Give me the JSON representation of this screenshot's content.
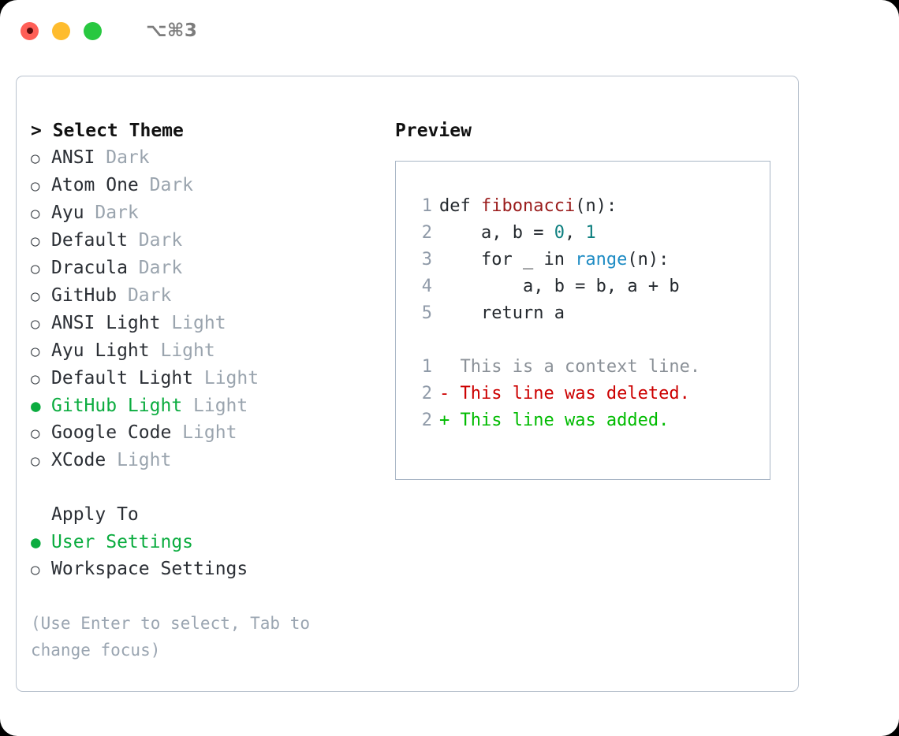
{
  "titlebar": {
    "shortcut": "⌥⌘3",
    "buttons": [
      "close",
      "minimize",
      "maximize"
    ]
  },
  "theme_panel": {
    "header": "> Select Theme",
    "themes": [
      {
        "marker": "○",
        "name": "ANSI",
        "suffix": "Dark",
        "selected": false
      },
      {
        "marker": "○",
        "name": "Atom One",
        "suffix": "Dark",
        "selected": false
      },
      {
        "marker": "○",
        "name": "Ayu",
        "suffix": "Dark",
        "selected": false
      },
      {
        "marker": "○",
        "name": "Default",
        "suffix": "Dark",
        "selected": false
      },
      {
        "marker": "○",
        "name": "Dracula",
        "suffix": "Dark",
        "selected": false
      },
      {
        "marker": "○",
        "name": "GitHub",
        "suffix": "Dark",
        "selected": false
      },
      {
        "marker": "○",
        "name": "ANSI Light",
        "suffix": "Light",
        "selected": false
      },
      {
        "marker": "○",
        "name": "Ayu Light",
        "suffix": "Light",
        "selected": false
      },
      {
        "marker": "○",
        "name": "Default Light",
        "suffix": "Light",
        "selected": false
      },
      {
        "marker": "●",
        "name": "GitHub Light",
        "suffix": "Light",
        "selected": true
      },
      {
        "marker": "○",
        "name": "Google Code",
        "suffix": "Light",
        "selected": false
      },
      {
        "marker": "○",
        "name": "XCode",
        "suffix": "Light",
        "selected": false
      }
    ],
    "apply_to": {
      "header": "Apply To",
      "options": [
        {
          "marker": "●",
          "name": "User Settings",
          "selected": true
        },
        {
          "marker": "○",
          "name": "Workspace Settings",
          "selected": false
        }
      ]
    },
    "hint": "(Use Enter to select, Tab to change focus)"
  },
  "preview": {
    "title": "Preview",
    "code": [
      {
        "lineno": "1",
        "tokens": [
          {
            "text": "def ",
            "kind": "plain"
          },
          {
            "text": "fibonacci",
            "kind": "fn"
          },
          {
            "text": "(n):",
            "kind": "plain"
          }
        ]
      },
      {
        "lineno": "2",
        "tokens": [
          {
            "text": "    a, b = ",
            "kind": "plain"
          },
          {
            "text": "0",
            "kind": "num"
          },
          {
            "text": ", ",
            "kind": "plain"
          },
          {
            "text": "1",
            "kind": "num"
          }
        ]
      },
      {
        "lineno": "3",
        "tokens": [
          {
            "text": "    for _ in ",
            "kind": "plain"
          },
          {
            "text": "range",
            "kind": "blue"
          },
          {
            "text": "(n):",
            "kind": "plain"
          }
        ]
      },
      {
        "lineno": "4",
        "tokens": [
          {
            "text": "        a, b = b, a + b",
            "kind": "plain"
          }
        ]
      },
      {
        "lineno": "5",
        "tokens": [
          {
            "text": "    return a",
            "kind": "plain"
          }
        ]
      }
    ],
    "diff": [
      {
        "lineno": "1",
        "sign": "  ",
        "text": "This is a context line.",
        "kind": "ctx"
      },
      {
        "lineno": "2",
        "sign": "- ",
        "text": "This line was deleted.",
        "kind": "del"
      },
      {
        "lineno": "2",
        "sign": "+ ",
        "text": "This line was added.",
        "kind": "add"
      }
    ]
  },
  "colors": {
    "accent_green": "#0bac3f",
    "muted_gray": "#9aa4ae",
    "hint_gray": "#9aa5b1",
    "lineno_gray": "#8f9aa8",
    "code_fn_red": "#9a1b1b",
    "code_num_teal": "#0d7f7f",
    "code_blue": "#1f8cc4",
    "diff_del_red": "#cc0000",
    "diff_add_green": "#00bb00",
    "panel_border": "#b9c2ce",
    "preview_border": "#a9b6c6",
    "dot_red": "#ff5f57",
    "dot_yellow": "#febc2e",
    "dot_green": "#28c840"
  }
}
